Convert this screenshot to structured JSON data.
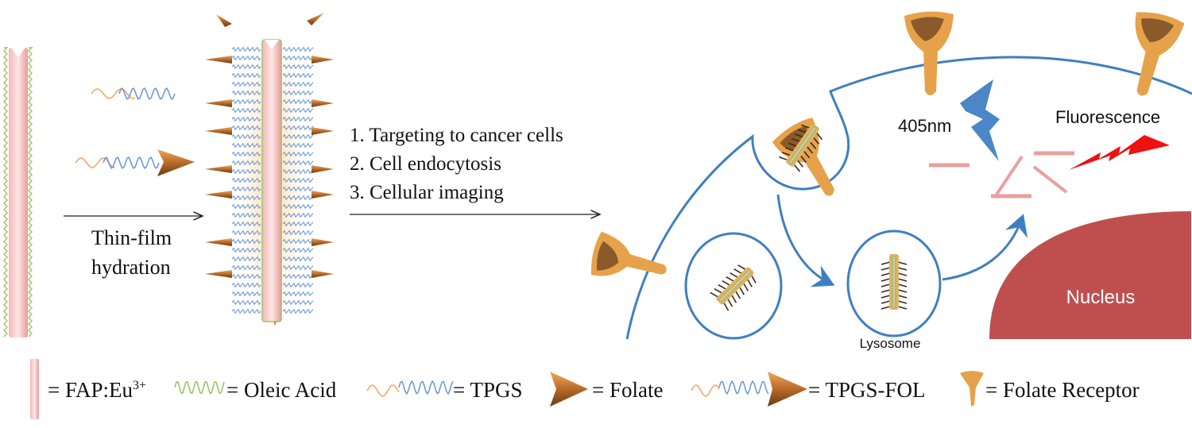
{
  "prep": {
    "line1": "Thin-film",
    "line2": "hydration"
  },
  "steps": [
    "1. Targeting to cancer cells",
    "2. Cell endocytosis",
    "3. Cellular imaging"
  ],
  "cell": {
    "excitation": "405nm",
    "emission": "Fluorescence",
    "nucleus": "Nucleus",
    "lysosome": "Lysosome"
  },
  "legend": {
    "fap": "= FAP:Eu",
    "fap_sup": "3+",
    "oleic": "=  Oleic Acid",
    "tpgs": "=  TPGS",
    "folate": "=  Folate",
    "tpgs_fol": "= TPGS-FOL",
    "receptor": "= Folate Receptor"
  },
  "colors": {
    "membrane": "#3f7fc1",
    "receptor": "#e6a24a",
    "nucleus": "#bf4f4f",
    "oleic": "#9cc46a",
    "tpgs_orange": "#f4a86a",
    "tpgs_blue": "#6f9bd6",
    "laser_blue": "#4a86c8",
    "emission_red": "#ee1111"
  }
}
